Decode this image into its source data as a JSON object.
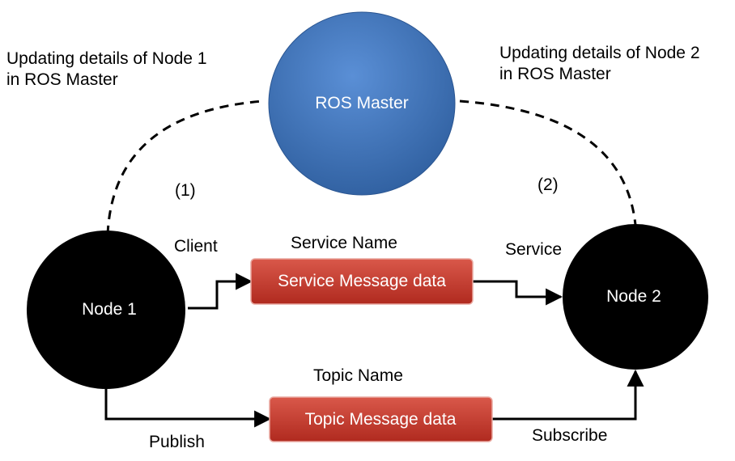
{
  "nodes": {
    "ros_master": {
      "label": "ROS Master"
    },
    "node1": {
      "label": "Node 1"
    },
    "node2": {
      "label": "Node 2"
    }
  },
  "messages": {
    "service": {
      "name": "Service Name",
      "box_label": "Service Message data"
    },
    "topic": {
      "name": "Topic Name",
      "box_label": "Topic Message data"
    }
  },
  "annotations": {
    "update_node1": "Updating details of Node 1\nin ROS Master",
    "update_node2": "Updating details of Node 2\nin ROS Master",
    "step1": "(1)",
    "step2": "(2)",
    "client": "Client",
    "service": "Service",
    "publish": "Publish",
    "subscribe": "Subscribe"
  },
  "colors": {
    "ros_master_fill": "#3f73b8",
    "node_fill": "#000000",
    "message_box_fill": "#c0392b",
    "text_dark": "#000000",
    "text_light": "#ffffff"
  }
}
